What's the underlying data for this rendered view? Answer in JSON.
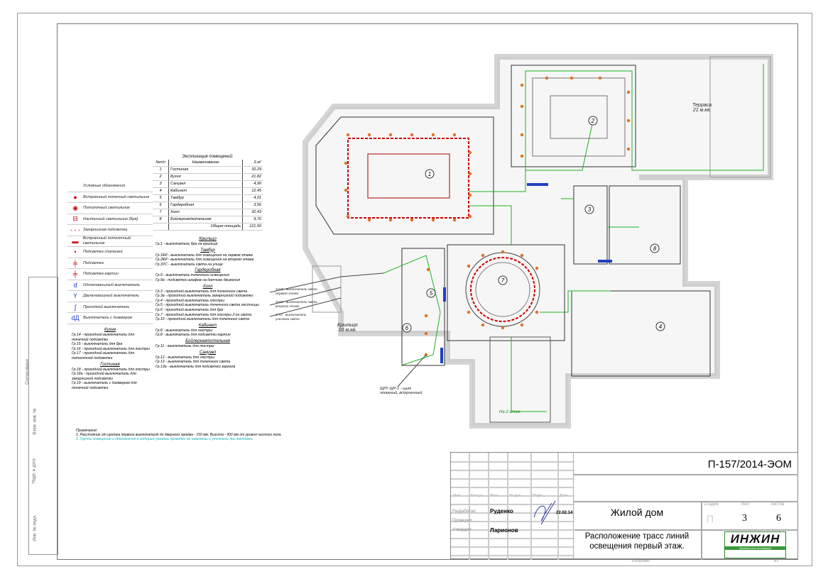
{
  "legend": {
    "title": "Условные обозначения",
    "items": [
      {
        "icon": "recessed-spot-light",
        "label": "Встроенный точечный светильник"
      },
      {
        "icon": "ceiling-light",
        "label": "Потолочный светильник"
      },
      {
        "icon": "wall-light",
        "label": "Настенный светильник (бра)"
      },
      {
        "icon": "hidden-led-strip",
        "label": "Закарнизная подсветка"
      },
      {
        "icon": "recessed-ceiling-panel",
        "label": "Встроенный потолочный светильник"
      },
      {
        "icon": "step-light",
        "label": "Подсветка ступеней"
      },
      {
        "icon": "backlight",
        "label": "Подсветка"
      },
      {
        "icon": "picture-light",
        "label": "Подсветка картин"
      },
      {
        "icon": "single-switch",
        "label": "Одноклавишный выключатель"
      },
      {
        "icon": "double-switch",
        "label": "Двухклавишный выключатель"
      },
      {
        "icon": "pass-through-switch",
        "label": "Проходной выключатель"
      },
      {
        "icon": "dimmer-switch",
        "label": "Выключатель с диммером"
      }
    ]
  },
  "rooms_table": {
    "title": "Экспликация помещений:",
    "headers": [
      "№п/п",
      "Наименование",
      "S м²"
    ],
    "rows": [
      [
        "1",
        "Гостиная",
        "32,29"
      ],
      [
        "2",
        "Кухня",
        "21,82"
      ],
      [
        "3",
        "Санузел",
        "4,90"
      ],
      [
        "4",
        "Кабинет",
        "12,45"
      ],
      [
        "5",
        "Тамбур",
        "4,01"
      ],
      [
        "6",
        "Гардеробная",
        "3,56"
      ],
      [
        "7",
        "Холл",
        "32,43"
      ],
      [
        "8",
        "Бойлерная/котельная",
        "9,76"
      ]
    ],
    "total_label": "Общая площадь",
    "total": "121,50"
  },
  "groups": [
    {
      "title": "Крыльцо",
      "lines": [
        "Гр.1 - выключатель бра на крыльце"
      ]
    },
    {
      "title": "Тамбур",
      "lines": [
        "Гр.1КИ - выключатель для освещения на первом этаже",
        "Гр.2КИ - выключатель для освещения на втором этаже",
        "Гр.3УС - выключатель света на улице"
      ]
    },
    {
      "title": "Гардеробная",
      "lines": [
        "Гр.9 - выключатель точечного освещения",
        "Гр.9а - подсветка шкафов на датчике движения"
      ]
    },
    {
      "title": "Холл",
      "lines": [
        "Гр.3 - проходной выключатель для точечного света",
        "Гр.3а - проходной выключатель закарнизной подсветки",
        "Гр.4 - проходной выключатель люстры",
        "Гр.5 - проходной выключатель точечного света лестницы",
        "Гр.6 - проходной выключатель для бра",
        "Гр.7 - проходной выключатель для люстры 2-го света",
        "Гр.10 - проходной выключатель для точечного света"
      ]
    },
    {
      "title": "Кабинет",
      "lines": [
        "Гр.8 - выключатель для люстры",
        "Гр.8 - выключатель для подсветки картин"
      ]
    },
    {
      "title": "Бойлерная/котельная",
      "lines": [
        "Гр.11 - выключатель для люстры"
      ]
    },
    {
      "title": "Санузел",
      "lines": [
        "Гр.12 - выключатель для люстры",
        "Гр.13 - выключатель для точечного света",
        "Гр.13а - выключатель для подсветки зеркала"
      ]
    }
  ],
  "kitchen": {
    "title": "Кухня",
    "lines": [
      "Гр.14 - проходной выключатель для точечной подсветки",
      "Гр.15 - выключатель для бра",
      "Гр.16 - проходной выключатель для люстры",
      "Гр.17 - проходной выключатель для потолочной подсветки"
    ]
  },
  "living": {
    "title": "Гостиная",
    "lines": [
      "Гр.18 - проходной выключатель для люстры",
      "Гр.18а - проходной выключатель для закарнизной подсветки",
      "Гр.19 - выключатель с диммером для точечной подсветки"
    ]
  },
  "notes": {
    "title": "Примечания:",
    "lines": [
      "1. Расстояние от центра первого выключателя до дверного проема - 150 мм. Высота - 900 мм от уровня чистого пола.",
      "2. Группы освещения и обозначения в которых указаны проводки не изменены и уточнены при монтаже."
    ]
  },
  "plan": {
    "room_numbers": [
      "1",
      "2",
      "3",
      "4",
      "5",
      "6",
      "7",
      "8"
    ],
    "terrace": {
      "name": "Терраса",
      "area": "21 м.кв."
    },
    "porch": {
      "name": "Крыльцо",
      "area": "10 м.кв."
    },
    "stairs_label": "На 2 этаж",
    "panel_label": "ЩРУ ЩР-1 - щит этажный, встроенный",
    "callouts": [
      "1Н1К - выключатель света первого этажа",
      "2Н1К - выключатель света второго этажа",
      "3 УС - выключатель уличного света"
    ],
    "colors": {
      "wall": "#c8c8c8",
      "wire": "#22b022",
      "light": "#e07020",
      "hidden_light": "#cc0000",
      "switch": "#2040c0"
    }
  },
  "title_block": {
    "code": "П-157/2014-ЭОМ",
    "col_headers": [
      "Изм.",
      "Кол.уч",
      "Лист",
      "№ док.",
      "Подп.",
      "Дата"
    ],
    "roles": [
      "Разработал",
      "Проверил",
      "Утвердил"
    ],
    "developer": "Руденко",
    "approver": "Ларионов",
    "date": "22.02.14",
    "object": "Жилой дом",
    "sheet_title": "Расположение трасс линий освещения первый этаж.",
    "stage_label": "Стадия",
    "sheet_label": "Лист",
    "sheets_label": "Листов",
    "stage": "П",
    "sheet": "3",
    "sheets": "6",
    "logo": "ИНЖИН",
    "logo_sub": "Инженерные инновации",
    "copied": "Копировал",
    "format": "А3"
  },
  "stamp": [
    "Согласовано",
    "Взам. инв. №",
    "Подп. и дата",
    "Инв. № подл."
  ]
}
